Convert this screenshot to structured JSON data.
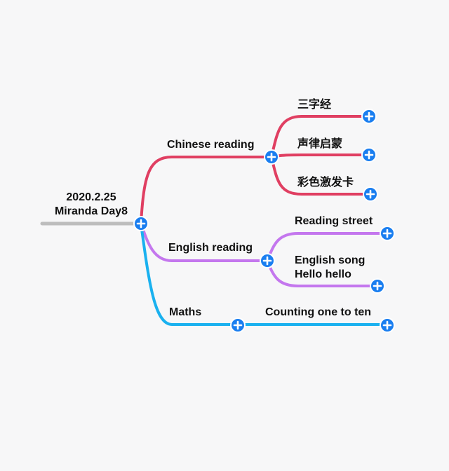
{
  "root": {
    "line1": "2020.2.25",
    "line2": "Miranda Day8"
  },
  "branches": [
    {
      "label": "Chinese reading",
      "color": "#e03f62",
      "children": [
        "三字经",
        "声律启蒙",
        "彩色激发卡"
      ]
    },
    {
      "label": "English reading",
      "color": "#c477ee",
      "children": [
        "Reading street",
        "English song\nHello hello"
      ]
    },
    {
      "label": "Maths",
      "color": "#1ab1ef",
      "children": [
        "Counting one to ten"
      ]
    }
  ],
  "colors": {
    "root_line": "#bdbdbd",
    "button_fill": "#1a7ef0",
    "button_icon": "#ffffff",
    "background": "#f7f7f8"
  },
  "icons": {
    "expand_button": "plus-icon"
  }
}
